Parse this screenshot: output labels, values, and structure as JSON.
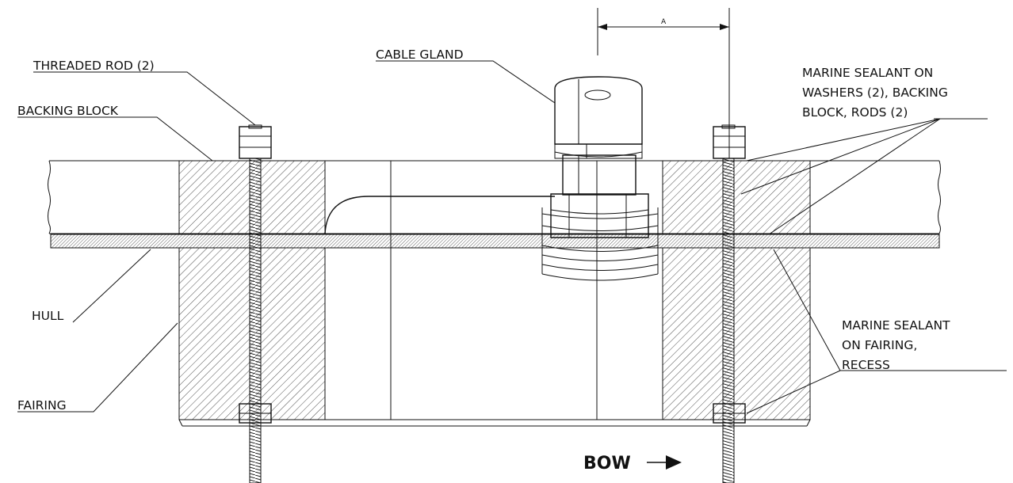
{
  "labels": {
    "threaded_rod": "THREADED ROD (2)",
    "backing_block": "BACKING BLOCK",
    "cable_gland": "CABLE GLAND",
    "hull": "HULL",
    "fairing": "FAIRING",
    "sealant_washers_line1": "MARINE SEALANT ON",
    "sealant_washers_line2": "WASHERS (2), BACKING",
    "sealant_washers_line3": "BLOCK, RODS (2)",
    "sealant_fairing_line1": "MARINE SEALANT",
    "sealant_fairing_line2": "ON FAIRING,",
    "sealant_fairing_line3": "RECESS",
    "dimension": "A",
    "bow": "BOW"
  }
}
